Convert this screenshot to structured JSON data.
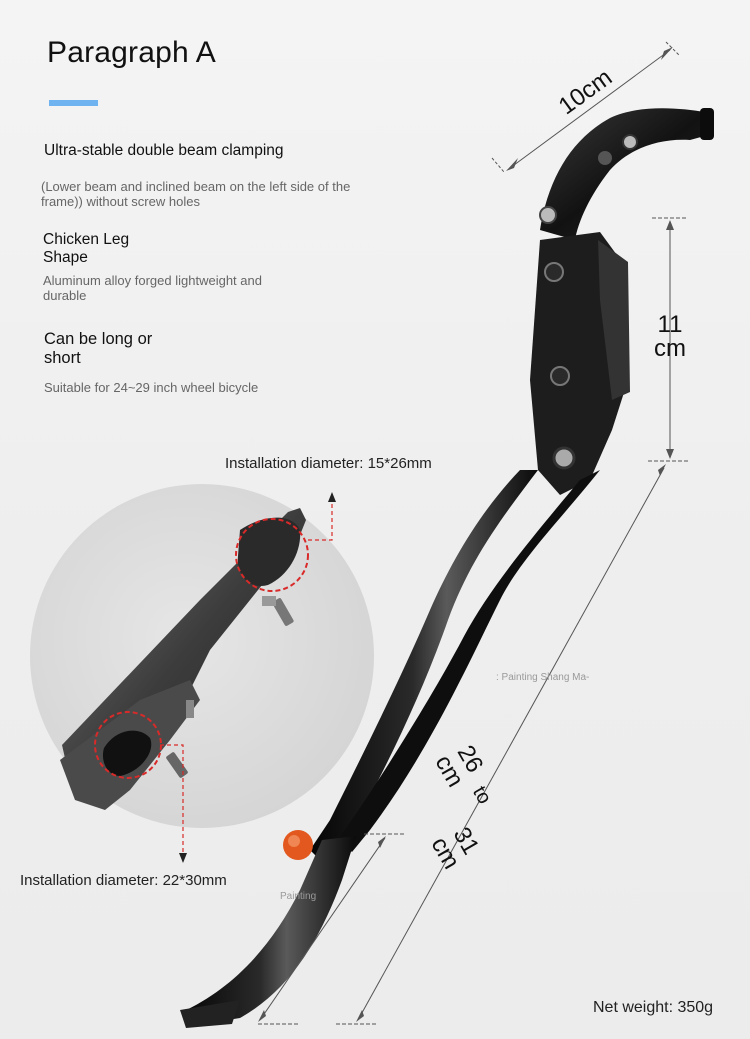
{
  "title": "Paragraph A",
  "features": [
    {
      "heading": "Ultra-stable double beam clamping",
      "desc": "(Lower beam and inclined beam on the left side of the frame)) without screw holes"
    },
    {
      "heading": "Chicken Leg Shape",
      "desc": "Aluminum alloy forged lightweight and durable"
    },
    {
      "heading": "Can be long or short",
      "desc": "Suitable for 24~29 inch wheel bicycle"
    }
  ],
  "install_top": "Installation diameter: 15*26mm",
  "install_bottom": "Installation diameter: 22*30mm",
  "dims": {
    "width": "10cm",
    "mount": "11 cm",
    "length_min": "26 cm",
    "to": "to",
    "length_max": "31 cm"
  },
  "watermark": ": Painting Shang Ma-",
  "watermark_small": "Painting",
  "net_weight": "Net weight: 350g",
  "colors": {
    "accent": "#6fb3f0",
    "highlight_circle": "#d92a2a",
    "reflector": "#e2581e"
  }
}
